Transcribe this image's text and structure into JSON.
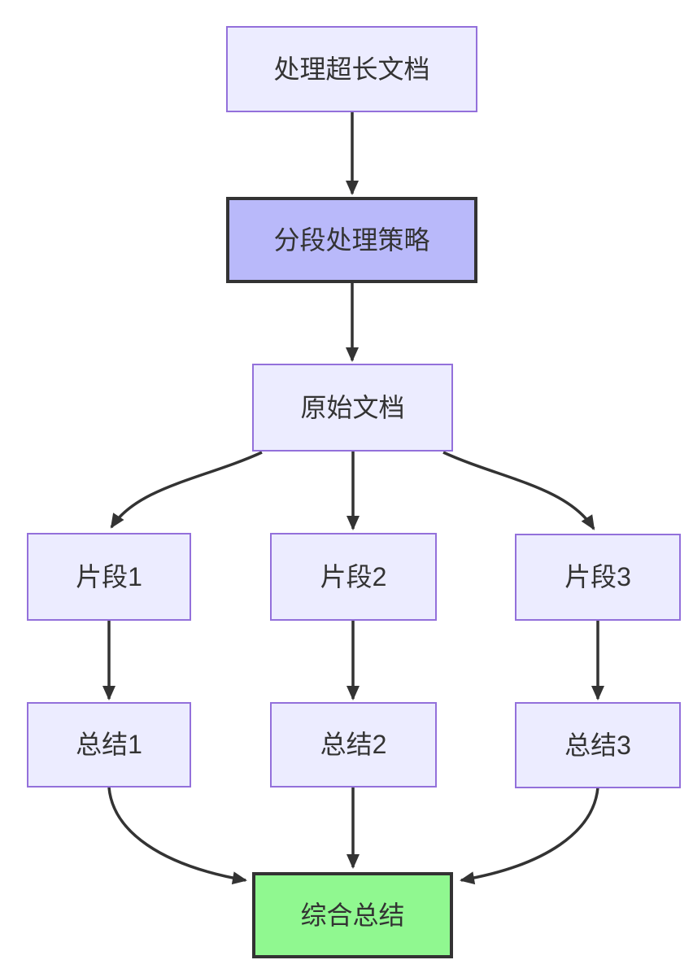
{
  "diagram": {
    "type": "flowchart",
    "direction": "top-down",
    "background": "#ffffff",
    "nodes": {
      "a": {
        "label": "处理超长文档",
        "fill": "#ECECFF",
        "border": "#9370DB",
        "style": "default"
      },
      "b": {
        "label": "分段处理策略",
        "fill": "#b9b9fa",
        "border": "#333333",
        "style": "emphasis"
      },
      "c": {
        "label": "原始文档",
        "fill": "#ECECFF",
        "border": "#9370DB",
        "style": "default"
      },
      "d1": {
        "label": "片段1",
        "fill": "#ECECFF",
        "border": "#9370DB",
        "style": "default"
      },
      "d2": {
        "label": "片段2",
        "fill": "#ECECFF",
        "border": "#9370DB",
        "style": "default"
      },
      "d3": {
        "label": "片段3",
        "fill": "#ECECFF",
        "border": "#9370DB",
        "style": "default"
      },
      "s1": {
        "label": "总结1",
        "fill": "#ECECFF",
        "border": "#9370DB",
        "style": "default"
      },
      "s2": {
        "label": "总结2",
        "fill": "#ECECFF",
        "border": "#9370DB",
        "style": "default"
      },
      "s3": {
        "label": "总结3",
        "fill": "#ECECFF",
        "border": "#9370DB",
        "style": "default"
      },
      "final": {
        "label": "综合总结",
        "fill": "#90f890",
        "border": "#333333",
        "style": "success"
      }
    },
    "edges": [
      {
        "from": "处理超长文档",
        "to": "分段处理策略"
      },
      {
        "from": "分段处理策略",
        "to": "原始文档"
      },
      {
        "from": "原始文档",
        "to": "片段1"
      },
      {
        "from": "原始文档",
        "to": "片段2"
      },
      {
        "from": "原始文档",
        "to": "片段3"
      },
      {
        "from": "片段1",
        "to": "总结1"
      },
      {
        "from": "片段2",
        "to": "总结2"
      },
      {
        "from": "片段3",
        "to": "总结3"
      },
      {
        "from": "总结1",
        "to": "综合总结"
      },
      {
        "from": "总结2",
        "to": "综合总结"
      },
      {
        "from": "总结3",
        "to": "综合总结"
      }
    ],
    "colors": {
      "edge": "#333333",
      "text": "#333333",
      "default_fill": "#ECECFF",
      "default_border": "#9370DB",
      "emphasis_fill": "#b9b9fa",
      "success_fill": "#90f890"
    }
  }
}
